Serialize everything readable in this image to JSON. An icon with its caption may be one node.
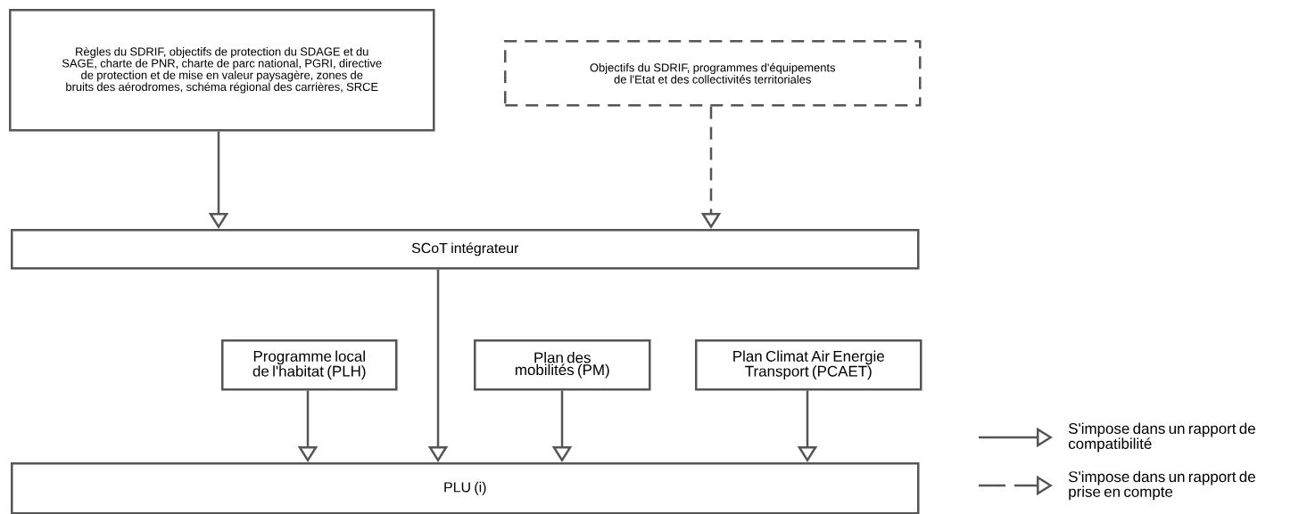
{
  "diagram": {
    "nodes": [
      {
        "text": [
          "Règles du SDRIF, objectifs de protection du SDAGE et du SAGE, charte de PNR, charte de parc national, PGRI, directive de protection et de mise en valeur paysagère, zones de bruits des aérodromes, schéma régional des carrières, SRCE"
        ]
      },
      {
        "text": [
          "Objectifs du SDRIF, programmes d'équipements de l'Etat et des collectivités territoriales"
        ]
      },
      {
        "text": [
          "SCoT intégrateur"
        ]
      },
      {
        "text": [
          "Programme local de l'habitat (PLH)"
        ]
      },
      {
        "text": [
          "Plan des mobilités (PM)"
        ]
      },
      {
        "text": [
          "Plan Climat Air Energie Transport (PCAET)"
        ]
      },
      {
        "text": [
          "PLU (i)"
        ]
      }
    ],
    "edges": [
      {
        "from": 0,
        "to": 2,
        "arrow": "to"
      },
      {
        "from": 1,
        "to": 2,
        "arrow": "to",
        "style": "dashed"
      },
      {
        "from": 2,
        "to": 6,
        "arrow": "to"
      },
      {
        "from": 3,
        "to": 6,
        "arrow": "to"
      },
      {
        "from": 4,
        "to": 6,
        "arrow": "to"
      },
      {
        "from": 5,
        "to": 6,
        "arrow": "to"
      }
    ],
    "legend": [
      {
        "text": "S'impose dans un rapport de compatibilité"
      },
      {
        "text": "S'impose dans un rapport de prise en compte"
      }
    ]
  }
}
